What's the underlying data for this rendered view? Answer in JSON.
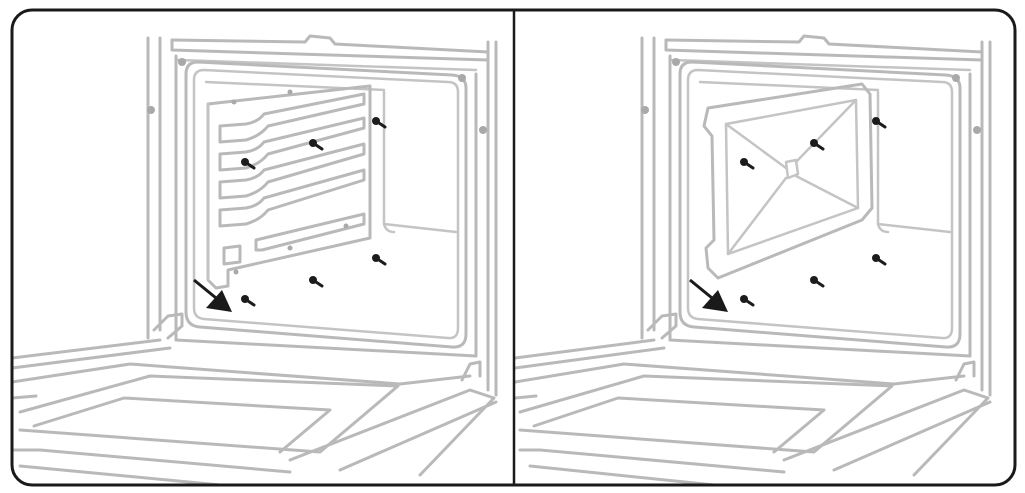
{
  "figure": {
    "panels": [
      {
        "id": "left",
        "content": "oven-interior-with-shelf-supports"
      },
      {
        "id": "right",
        "content": "oven-interior-with-back-panel"
      }
    ],
    "colors": {
      "outline": "#b9b9b9",
      "frame": "#1a1a1a",
      "arrow": "#1a1a1a",
      "screw": "#1c1c1c"
    },
    "icons": [
      "arrow-icon",
      "screw-icon"
    ]
  }
}
